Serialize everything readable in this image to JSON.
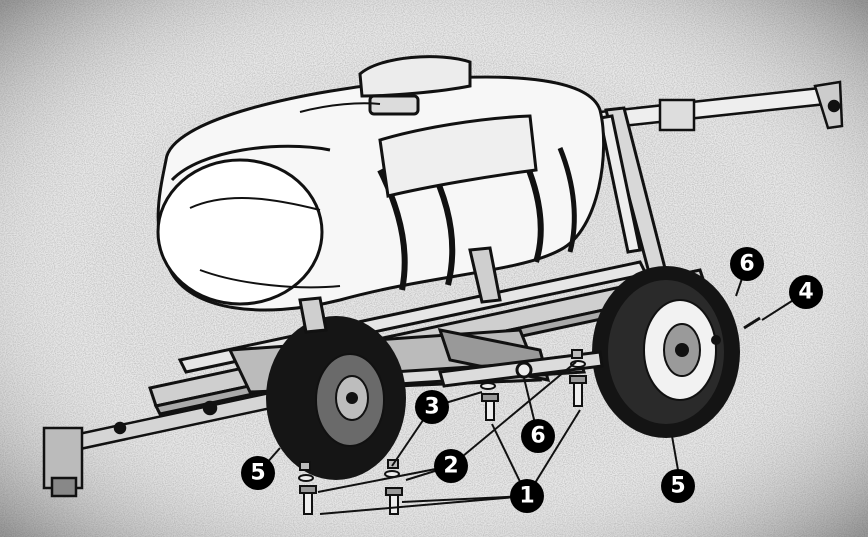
{
  "figure": {
    "callouts": [
      {
        "id": "c6-top",
        "label": "6"
      },
      {
        "id": "c4",
        "label": "4"
      },
      {
        "id": "c3",
        "label": "3"
      },
      {
        "id": "c6-mid",
        "label": "6"
      },
      {
        "id": "c2",
        "label": "2"
      },
      {
        "id": "c1",
        "label": "1"
      },
      {
        "id": "c5-left",
        "label": "5"
      },
      {
        "id": "c5-right",
        "label": "5"
      }
    ],
    "colors": {
      "ink": "#111111",
      "paper": "#f4f4f4",
      "grain": "#8a8a8a"
    },
    "icons": [
      "tank",
      "frame",
      "hitch",
      "boom-mount",
      "wheel",
      "tire",
      "hub",
      "bolt",
      "washer",
      "nut"
    ]
  }
}
